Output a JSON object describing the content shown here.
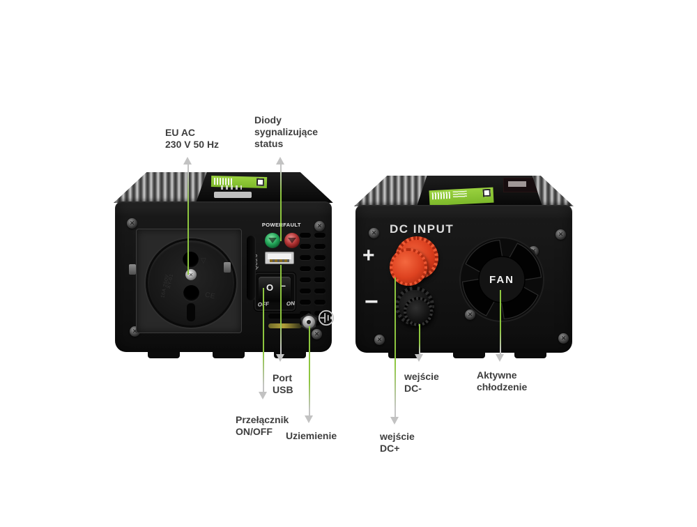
{
  "colors": {
    "accent_green": "#8dc63f",
    "arrow_head_gray": "#c2c2c2",
    "annotation_text": "#3e3e3e",
    "terminal_red": "#e2401c",
    "led_power_green": "#23a659",
    "led_fault_red": "#b23434"
  },
  "annotations": {
    "eu_ac": "EU AC\n230 V 50 Hz",
    "status_leds": "Diody\nsygnalizujące\nstatus",
    "usb_port": "Port\nUSB",
    "on_off_switch": "Przełącznik\nON/OFF",
    "grounding": "Uziemienie",
    "dc_minus_input": "wejście\nDC-",
    "dc_plus_input": "wejście\nDC+",
    "active_cooling": "Aktywne\nchłodzenie"
  },
  "front_panel": {
    "power_led_label": "POWER",
    "fault_led_label": "FAULT",
    "usb_label": "QC3.0",
    "switch_off_symbol": "O",
    "switch_on_symbol": "–",
    "switch_off_label": "OFF",
    "switch_on_label": "ON",
    "socket_molding_1": "16A 250V",
    "socket_molding_2": "XY-01",
    "socket_molding_3": "CE",
    "socket_molding_4": "▽"
  },
  "back_panel": {
    "dc_input_label": "DC INPUT",
    "plus_symbol": "+",
    "minus_symbol": "−",
    "fan_label": "FAN"
  }
}
